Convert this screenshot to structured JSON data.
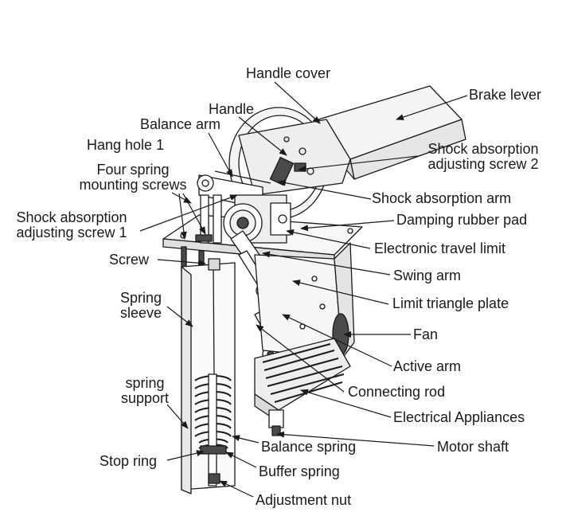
{
  "labels": {
    "handle_cover": "Handle cover",
    "brake_lever": "Brake lever",
    "handle": "Handle",
    "balance_arm": "Balance arm",
    "hang_hole_1": "Hang hole 1",
    "shock_absorption_adjusting_screw_2_line1": "Shock absorption",
    "shock_absorption_adjusting_screw_2_line2": "adjusting screw 2",
    "four_spring_mounting_screws_line1": "Four spring",
    "four_spring_mounting_screws_line2": "mounting screws",
    "shock_absorption_arm": "Shock absorption arm",
    "shock_absorption_adjusting_screw_1_line1": "Shock absorption",
    "shock_absorption_adjusting_screw_1_line2": "adjusting screw 1",
    "damping_rubber_pad": "Damping rubber pad",
    "electronic_travel_limit": "Electronic travel limit",
    "screw": "Screw",
    "swing_arm": "Swing arm",
    "spring_sleeve_line1": "Spring",
    "spring_sleeve_line2": "sleeve",
    "limit_triangle_plate": "Limit triangle plate",
    "fan": "Fan",
    "spring_support_line1": "spring",
    "spring_support_line2": "support",
    "active_arm": "Active arm",
    "connecting_rod": "Connecting rod",
    "electrical_appliances": "Electrical Appliances",
    "balance_spring": "Balance spring",
    "motor_shaft": "Motor shaft",
    "stop_ring": "Stop ring",
    "buffer_spring": "Buffer spring",
    "adjustment_nut": "Adjustment nut"
  },
  "colors": {
    "line": "#1a1a1a",
    "fill_light": "#f4f4f4",
    "fill_mid": "#d9d9d9",
    "fill_dark": "#4a4a4a"
  }
}
